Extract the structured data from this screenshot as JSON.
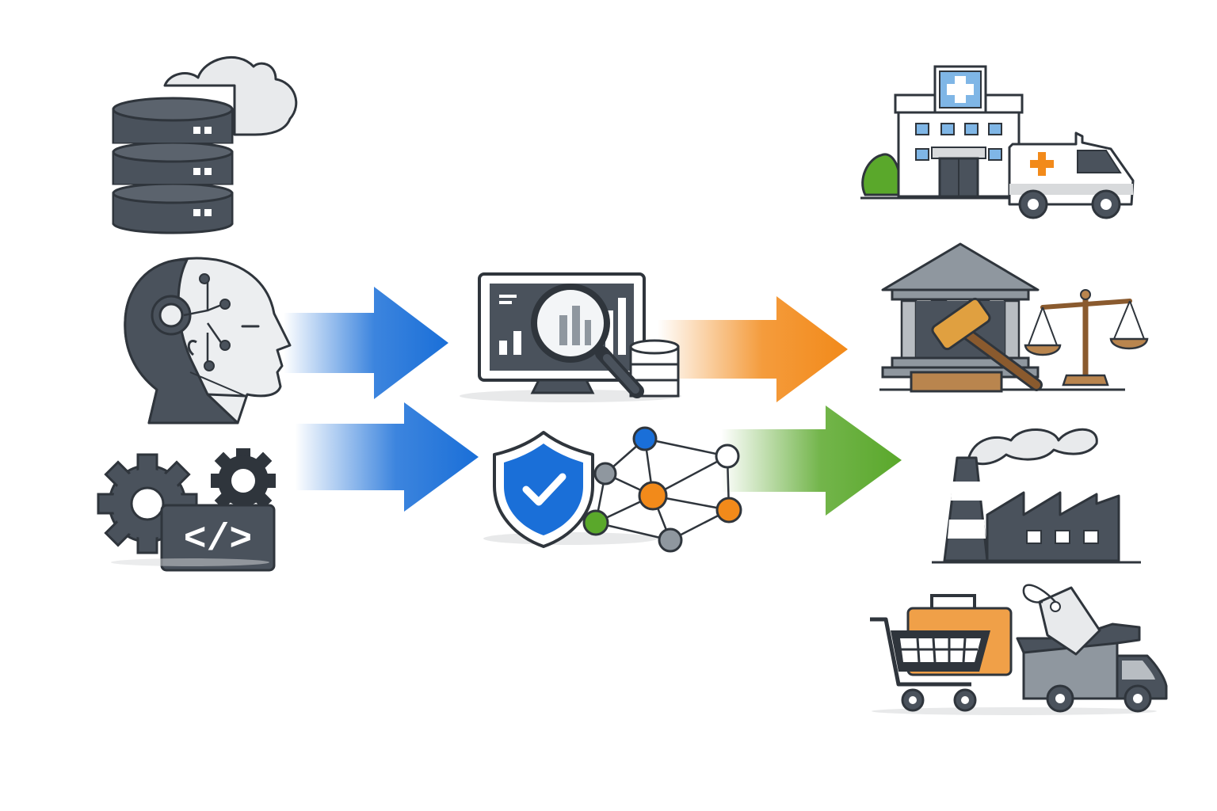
{
  "diagram": {
    "sources": [
      {
        "id": "database-cloud",
        "icon": "database-cloud-icon"
      },
      {
        "id": "ai-head",
        "icon": "ai-head-icon"
      },
      {
        "id": "gears-code",
        "icon": "gears-code-icon",
        "text": "</>"
      }
    ],
    "processing": [
      {
        "id": "data-analysis",
        "icon": "monitor-magnifier-icon"
      },
      {
        "id": "security-network",
        "icon": "shield-network-icon"
      }
    ],
    "applications": [
      {
        "id": "healthcare",
        "icon": "hospital-ambulance-icon"
      },
      {
        "id": "legal",
        "icon": "courthouse-gavel-icon"
      },
      {
        "id": "manufacturing",
        "icon": "factory-icon"
      },
      {
        "id": "retail",
        "icon": "shopping-cart-truck-icon"
      }
    ],
    "flows": [
      {
        "from": "ai-head",
        "to": "data-analysis",
        "color": "#1a6fd8"
      },
      {
        "from": "gears-code",
        "to": "security-network",
        "color": "#1a6fd8"
      },
      {
        "from": "data-analysis",
        "to": "legal",
        "color": "#f28a1a"
      },
      {
        "from": "security-network",
        "to": "manufacturing",
        "color": "#5aa82b"
      }
    ]
  },
  "colors": {
    "dark": "#4a525c",
    "outline": "#2f353c",
    "blue": "#1a6fd8",
    "orange": "#f28a1a",
    "green": "#5aa82b",
    "brown": "#b9854e"
  }
}
